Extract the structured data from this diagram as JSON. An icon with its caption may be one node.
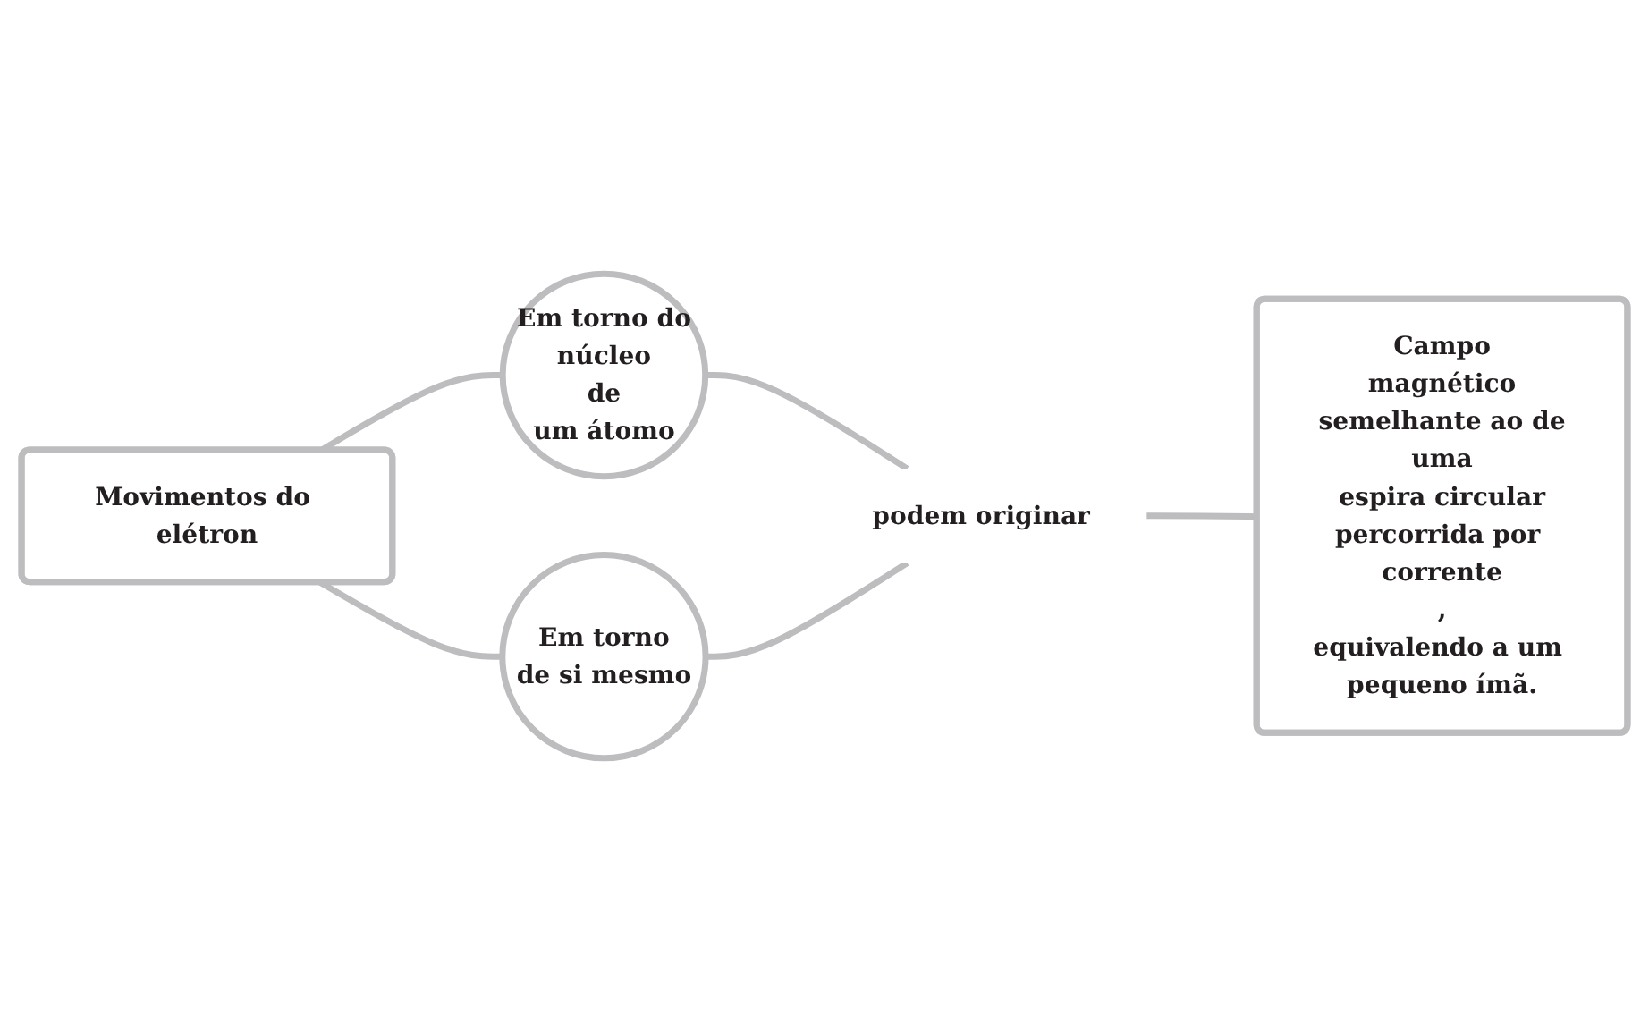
{
  "diagram": {
    "nodes": [
      {
        "text": [
          "Movimentos do elétron"
        ]
      },
      {
        "text": [
          "Em torno do",
          "núcleo",
          "de",
          "um átomo"
        ]
      },
      {
        "text": [
          "Em torno",
          "de si mesmo"
        ]
      },
      {
        "text": [
          "podem originar"
        ]
      },
      {
        "text": [
          "Campo",
          "magnético",
          "semelhante ao de",
          "uma",
          "espira circular",
          "percorrida por corrente",
          ",",
          "equivalendo a um pequeno ímã."
        ]
      }
    ],
    "edges": [
      {
        "from": 0,
        "to": 1,
        "arrow": "none"
      },
      {
        "from": 0,
        "to": 2,
        "arrow": "none"
      },
      {
        "from": 1,
        "to": 3,
        "arrow": "none"
      },
      {
        "from": 2,
        "to": 3,
        "arrow": "none"
      },
      {
        "from": 3,
        "to": 4,
        "arrow": "none"
      }
    ]
  }
}
